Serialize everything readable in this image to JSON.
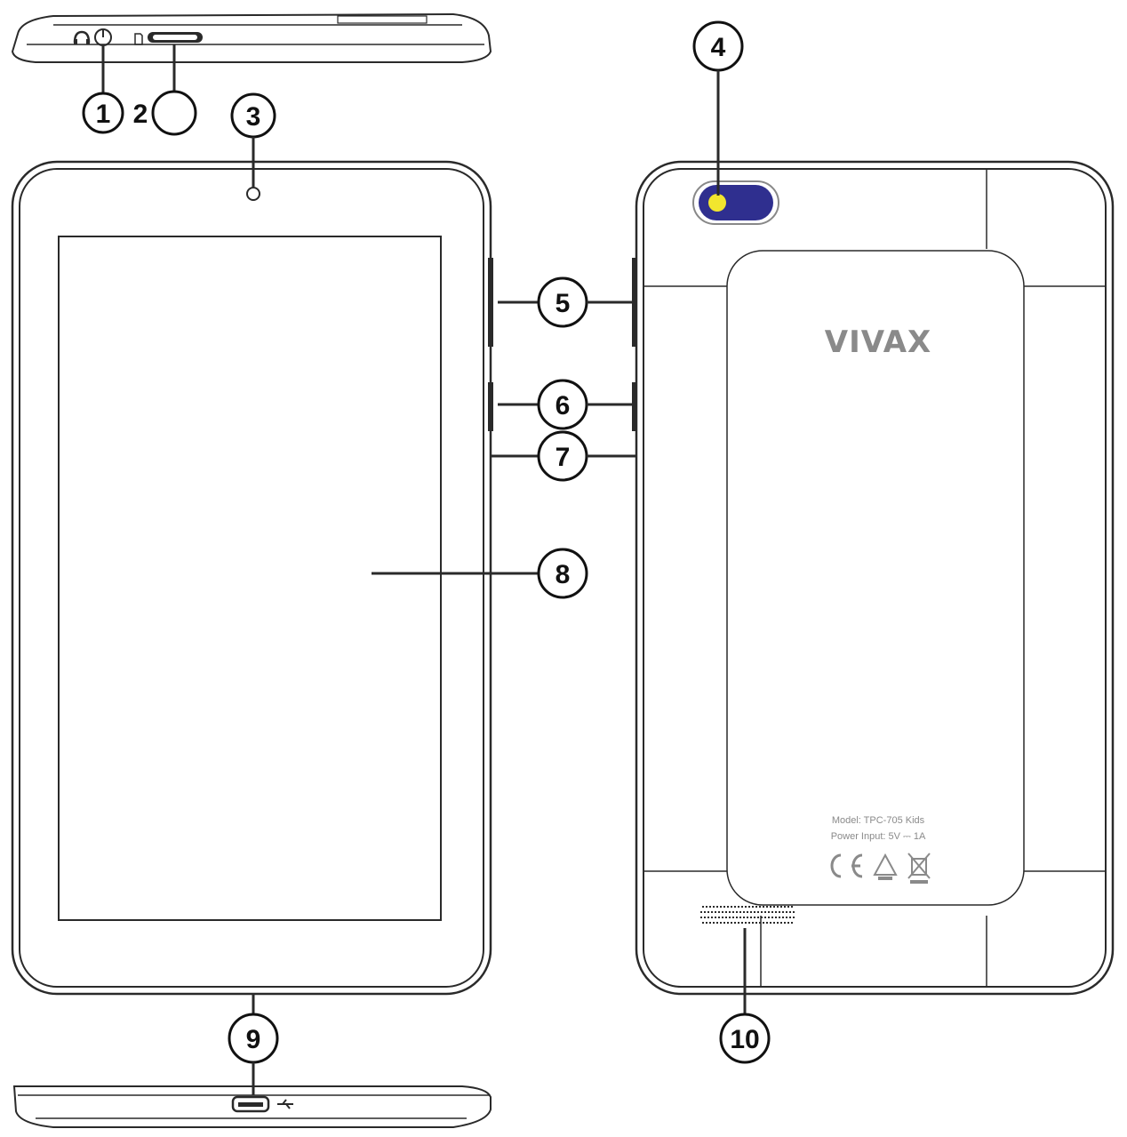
{
  "callouts": {
    "c1": "1",
    "c2": "2",
    "c3": "3",
    "c4": "4",
    "c5": "5",
    "c6": "6",
    "c7": "7",
    "c8": "8",
    "c9": "9",
    "c10": "10"
  },
  "back_label": {
    "brand": "VIVAX",
    "model": "Model: TPC-705 Kids",
    "power": "Power Input: 5V ⎓ 1A"
  },
  "icons": {
    "headphone": "headphone-icon",
    "sd_card": "sd-card-icon",
    "usb": "usb-symbol-icon",
    "ce": "ce-mark-icon",
    "recycling": "recycling-icon",
    "weee": "weee-bin-icon"
  },
  "colors": {
    "outline": "#2a2a2a",
    "camera_ring": "#2f2f8f",
    "camera_lens": "#f2e62e",
    "label_gray": "#8a8a8a"
  }
}
